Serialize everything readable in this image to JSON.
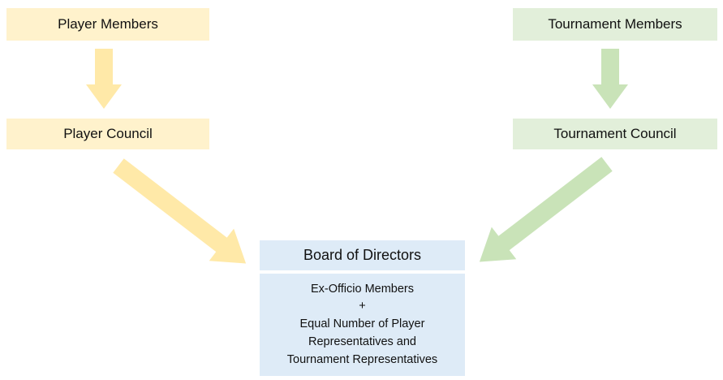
{
  "diagram": {
    "player_members_label": "Player Members",
    "tournament_members_label": "Tournament Members",
    "player_council_label": "Player Council",
    "tournament_council_label": "Tournament Council",
    "board_title": "Board of Directors",
    "board_details": "Ex-Officio Members\n+\nEqual Number of Player\nRepresentatives and\nTournament Representatives",
    "colors": {
      "yellow_box": "#FFF2CC",
      "yellow_arrow": "#FFE9A8",
      "green_box": "#E2EFDA",
      "green_arrow": "#C9E3B8",
      "blue_box": "#DEEBF7"
    }
  }
}
